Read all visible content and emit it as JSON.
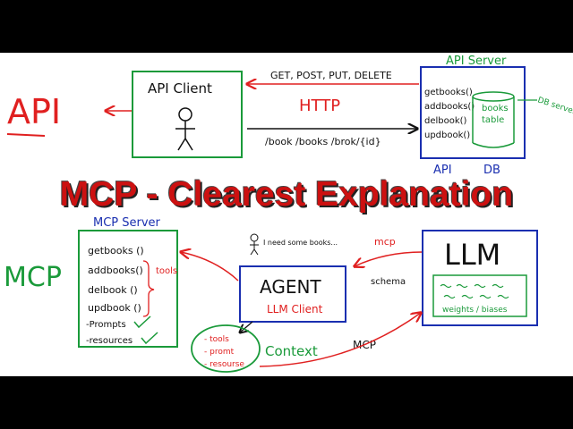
{
  "api_section": {
    "label": "API",
    "client_box": {
      "title": "API Client"
    },
    "request_methods": "GET, POST, PUT, DELETE",
    "protocol": "HTTP",
    "endpoints": "/book /books /brok/{id}",
    "server": {
      "title": "API Server",
      "functions": [
        "getbooks()",
        "addbooks()",
        "delbook()",
        "updbook()"
      ],
      "db_table": [
        "books",
        "table"
      ],
      "db_note": "DB server",
      "footer_api": "API",
      "footer_db": "DB"
    }
  },
  "headline": "MCP - Clearest Explanation",
  "mcp_section": {
    "label": "MCP",
    "server": {
      "title": "MCP Server",
      "functions": [
        "getbooks ()",
        "addbooks()",
        "delbook ()",
        "updbook ()"
      ],
      "tools_label": "tools",
      "extras": [
        "-Prompts",
        "-resources"
      ]
    },
    "agent": {
      "title": "AGENT",
      "subtitle": "LLM Client"
    },
    "speech": "I need some books...",
    "mcp_top": "mcp",
    "schema": "schema",
    "llm": {
      "title": "LLM",
      "weights": "weights / biases"
    },
    "context_items": [
      "- tools",
      "- promt",
      "- resourse"
    ],
    "context_label": "Context",
    "mcp_bottom": "MCP"
  },
  "colors": {
    "red": "#e02020",
    "green": "#1a9a3a",
    "blue": "#1a2fb0",
    "headline": "#cc1111"
  }
}
